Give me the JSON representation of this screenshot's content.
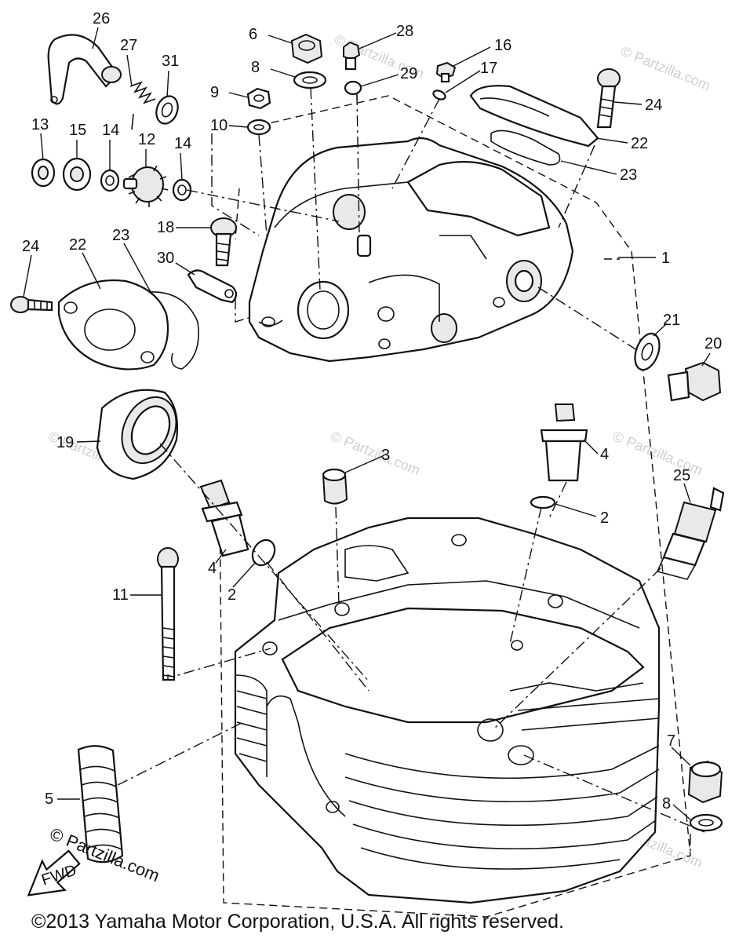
{
  "diagram": {
    "callouts": [
      {
        "id": "c26",
        "label": "26"
      },
      {
        "id": "c27",
        "label": "27"
      },
      {
        "id": "c31",
        "label": "31"
      },
      {
        "id": "c13",
        "label": "13"
      },
      {
        "id": "c15",
        "label": "15"
      },
      {
        "id": "c14a",
        "label": "14"
      },
      {
        "id": "c12",
        "label": "12"
      },
      {
        "id": "c14b",
        "label": "14"
      },
      {
        "id": "c6",
        "label": "6"
      },
      {
        "id": "c28",
        "label": "28"
      },
      {
        "id": "c8a",
        "label": "8"
      },
      {
        "id": "c29",
        "label": "29"
      },
      {
        "id": "c9",
        "label": "9"
      },
      {
        "id": "c10",
        "label": "10"
      },
      {
        "id": "c16",
        "label": "16"
      },
      {
        "id": "c17",
        "label": "17"
      },
      {
        "id": "c24a",
        "label": "24"
      },
      {
        "id": "c22a",
        "label": "22"
      },
      {
        "id": "c23a",
        "label": "23"
      },
      {
        "id": "c18",
        "label": "18"
      },
      {
        "id": "c24b",
        "label": "24"
      },
      {
        "id": "c22b",
        "label": "22"
      },
      {
        "id": "c23b",
        "label": "23"
      },
      {
        "id": "c30",
        "label": "30"
      },
      {
        "id": "c1",
        "label": "1"
      },
      {
        "id": "c21",
        "label": "21"
      },
      {
        "id": "c20",
        "label": "20"
      },
      {
        "id": "c19",
        "label": "19"
      },
      {
        "id": "c3",
        "label": "3"
      },
      {
        "id": "c4a",
        "label": "4"
      },
      {
        "id": "c25",
        "label": "25"
      },
      {
        "id": "c2a",
        "label": "2"
      },
      {
        "id": "c4b",
        "label": "4"
      },
      {
        "id": "c2b",
        "label": "2"
      },
      {
        "id": "c11",
        "label": "11"
      },
      {
        "id": "c7",
        "label": "7"
      },
      {
        "id": "c5",
        "label": "5"
      },
      {
        "id": "c8b",
        "label": "8"
      }
    ],
    "fwd_label": "FWD",
    "brand_text": "© Partzilla.com",
    "watermark": "© Partzilla.com",
    "copyright": "©2013  Yamaha Motor Corporation, U.S.A. All rights reserved."
  }
}
